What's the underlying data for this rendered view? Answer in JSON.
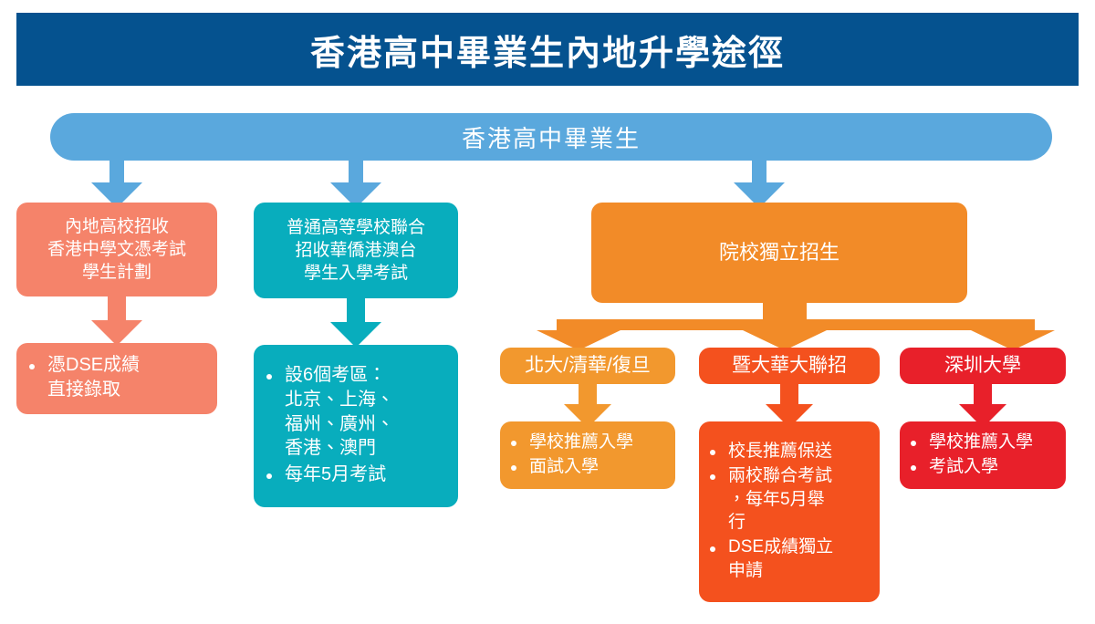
{
  "page": {
    "title": "香港高中畢業生內地升學途徑",
    "background_color": "#ffffff"
  },
  "colors": {
    "header_blue": "#05528f",
    "light_blue": "#5aa8dd",
    "salmon": "#f5836a",
    "teal": "#08adbd",
    "orange": "#f28b28",
    "orange_light": "#f2982e",
    "orange_red": "#f4511e",
    "red": "#e8202a",
    "text": "#ffffff"
  },
  "root": {
    "label": "香港高中畢業生"
  },
  "branches": [
    {
      "id": "mainland-dse-scheme",
      "color": "#f5836a",
      "header_lines": [
        "內地高校招收",
        "香港中學文憑考試",
        "學生計劃"
      ],
      "bullets": [
        "憑DSE成績\n直接錄取"
      ]
    },
    {
      "id": "joint-entrance-exam",
      "color": "#08adbd",
      "header_lines": [
        "普通高等學校聯合",
        "招收華僑港澳台",
        "學生入學考試"
      ],
      "bullets": [
        "設6個考區：\n北京、上海、\n福州、廣州、\n香港、澳門",
        "每年5月考試"
      ]
    },
    {
      "id": "independent-admission",
      "color": "#f28b28",
      "header_lines": [
        "院校獨立招生"
      ],
      "bullets": []
    }
  ],
  "independent_children": [
    {
      "id": "pku-tsinghua-fudan",
      "label": "北大/清華/復旦",
      "color": "#f2982e",
      "bullets": [
        "學校推薦入學",
        "面試入學"
      ]
    },
    {
      "id": "jinan-huaqiao-joint",
      "label": "暨大華大聯招",
      "color": "#f4511e",
      "bullets": [
        "校長推薦保送",
        "兩校聯合考試\n，每年5月舉\n行",
        "DSE成績獨立\n申請"
      ]
    },
    {
      "id": "shenzhen-university",
      "label": "深圳大學",
      "color": "#e8202a",
      "bullets": [
        "學校推薦入學",
        "考試入學"
      ]
    }
  ],
  "icons": {
    "bullet": "bullet-dot-icon",
    "down_arrow": "down-arrow-icon",
    "branch_arrow": "branching-arrow-icon"
  }
}
